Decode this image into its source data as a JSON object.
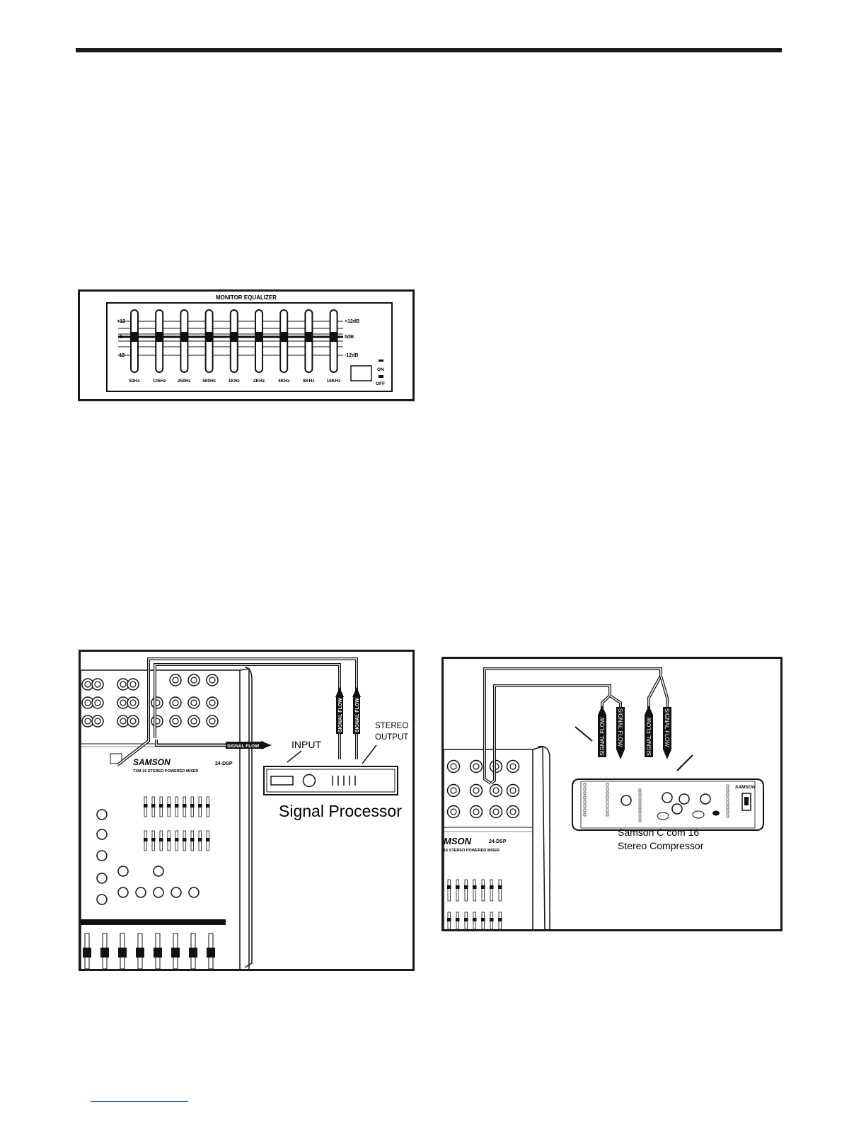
{
  "monitor_eq": {
    "title": "MONITOR EQUALIZER",
    "scale_left": [
      "+12",
      "0",
      "-12"
    ],
    "scale_right": [
      "+12dB",
      "0dB",
      "-12dB"
    ],
    "bands": [
      "63Hz",
      "125Hz",
      "250Hz",
      "500Hz",
      "1KHz",
      "2KHz",
      "4KHz",
      "8KHz",
      "16KHz"
    ],
    "switch_on": "ON",
    "switch_off": "OFF"
  },
  "signal_processor_diagram": {
    "mixer_brand": "SAMSON",
    "mixer_model": "TXM 16 STEREO POWERED MIXER",
    "mixer_badge": "24-DSP",
    "signal_flow_label": "SIGNAL FLOW",
    "input_label": "INPUT",
    "stereo_output_label": [
      "STEREO",
      "OUTPUT"
    ],
    "device_caption": "Signal Processor"
  },
  "compressor_diagram": {
    "mixer_brand": "MSON",
    "mixer_model": "16 STEREO POWERED MIXER",
    "mixer_badge": "24-DSP",
    "signal_flow_label": "SIGNAL FLOW",
    "device_brand": "SAMSON",
    "device_caption": [
      "Samson C com 16",
      "Stereo Compressor"
    ]
  }
}
